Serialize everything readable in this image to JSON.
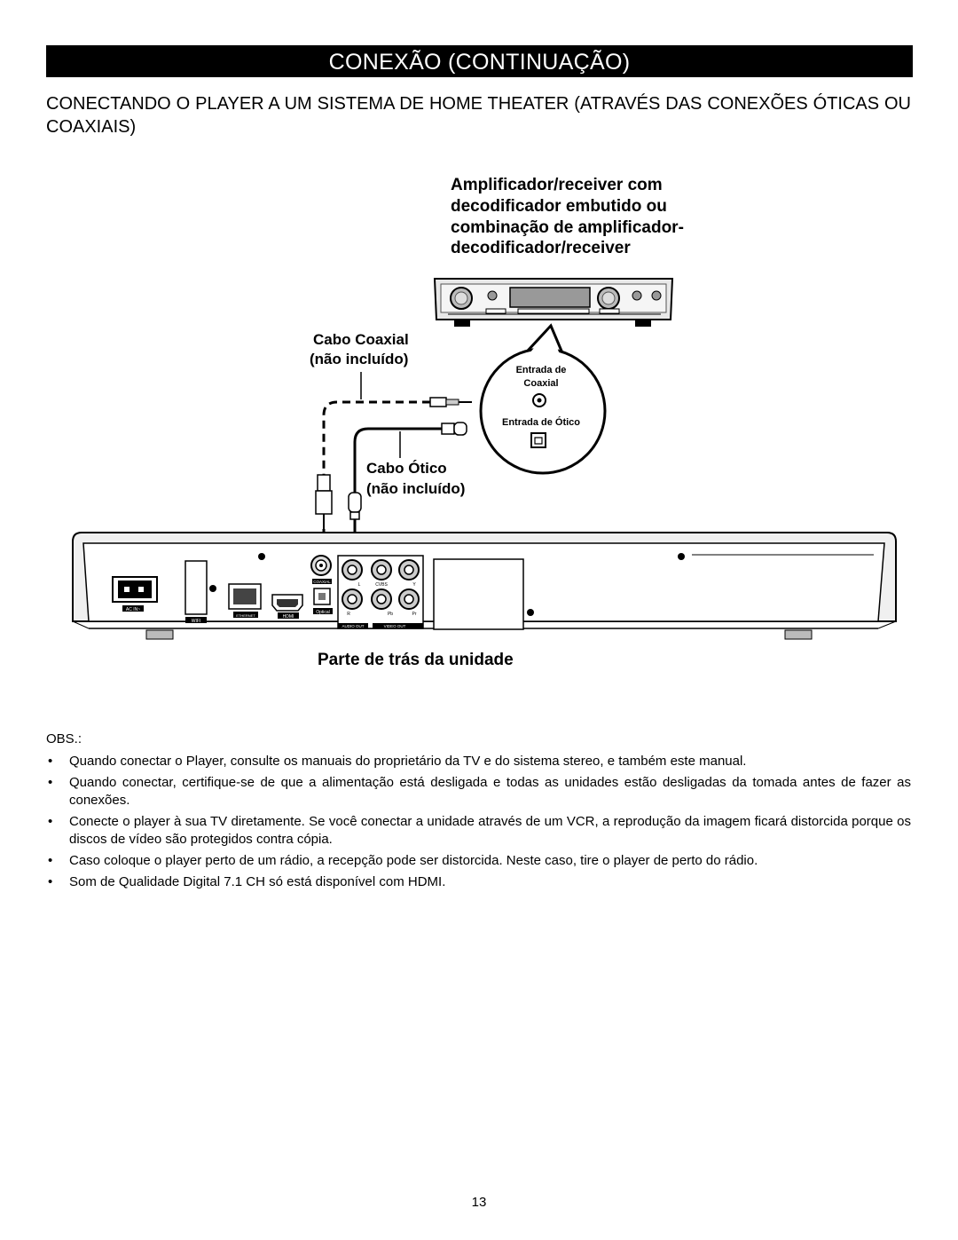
{
  "header": {
    "title": "CONEXÃO (CONTINUAÇÃO)"
  },
  "section": {
    "subtitle": "CONECTANDO O PLAYER A UM SISTEMA DE HOME THEATER (ATRAVÉS DAS CONEXÕES ÓTICAS OU COAXIAIS)"
  },
  "diagram": {
    "amp_label_lines": [
      "Amplificador/receiver com",
      "decodificador embutido ou",
      "combinação de amplificador-",
      "decodificador/receiver"
    ],
    "coax_cable_lines": [
      "Cabo Coaxial",
      "(não incluído)"
    ],
    "optical_cable_lines": [
      "Cabo Ótico",
      "(não incluído)"
    ],
    "coax_input_lines": [
      "Entrada de",
      "Coaxial"
    ],
    "optical_input": "Entrada de Ótico",
    "unit_caption": "Parte de trás da unidade",
    "panel_labels": {
      "ac_in": "AC IN~",
      "wifi": "WIFI",
      "ethernet": "ETHERNET",
      "hdmi": "HDMI",
      "coaxial": "COAXIAL",
      "optical": "Optical",
      "audio_out": "AUDIO OUT",
      "video_out": "VIDEO OUT",
      "r": "R",
      "pb": "Pb",
      "pr": "Pr",
      "y": "Y",
      "l": "L",
      "cvbs": "CVBS"
    }
  },
  "notes": {
    "title": "OBS.:",
    "items": [
      "Quando conectar o Player, consulte os manuais do proprietário da TV e do sistema stereo, e também este manual.",
      "Quando conectar, certifique-se de que a alimentação está desligada e todas as unidades estão desligadas da tomada antes de fazer as conexões.",
      "Conecte o player à sua TV diretamente. Se você  conectar a unidade através de um VCR, a reprodução da imagem ficará distorcida porque os discos de vídeo são protegidos contra cópia.",
      "Caso coloque o player perto de um rádio, a recepção pode ser distorcida. Neste caso, tire o player de perto do rádio.",
      "Som de Qualidade Digital 7.1 CH só está disponível com HDMI."
    ]
  },
  "footer": {
    "page_number": "13"
  }
}
